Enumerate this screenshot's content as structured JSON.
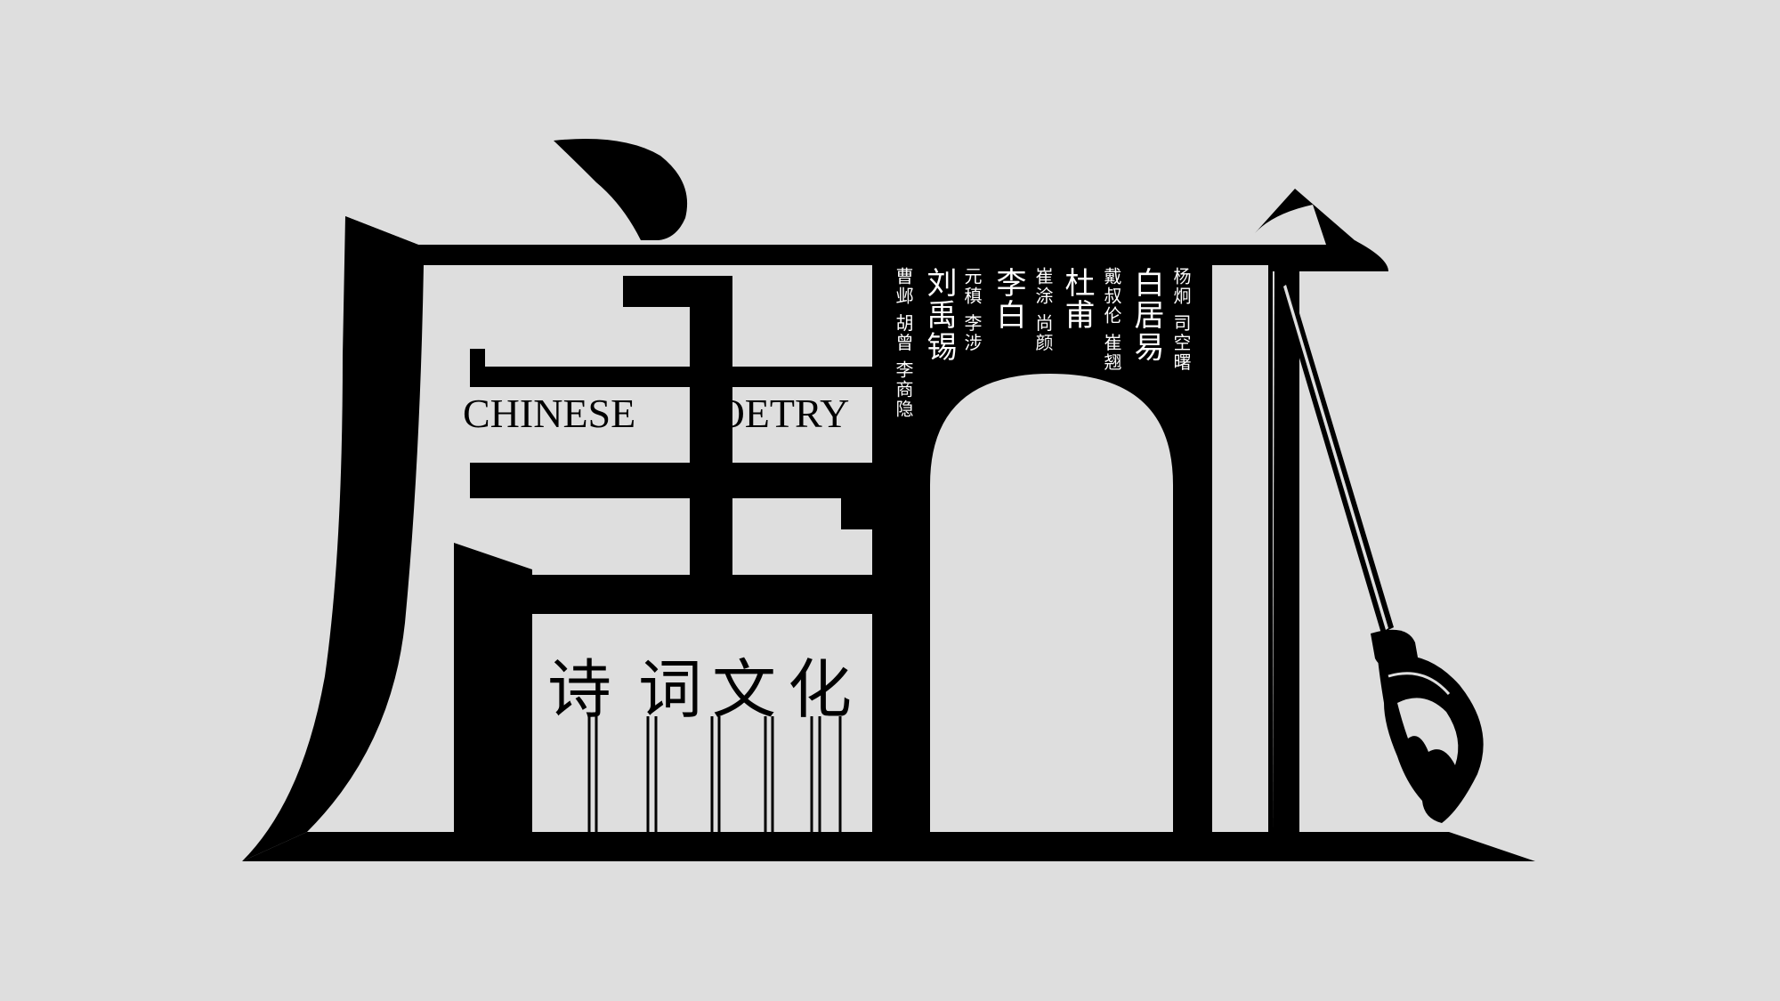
{
  "colors": {
    "background": "#dedede",
    "ink": "#000000",
    "paper": "#dedede",
    "white_text": "#ffffff"
  },
  "english_title": {
    "word_1": "CHINESE",
    "word_2": "POETRY"
  },
  "chinese_subtitle": {
    "chars": [
      "诗",
      "词",
      "文",
      "化"
    ]
  },
  "poets": {
    "col_1": "曹邺 胡曾 李商隐",
    "col_2": "刘禹锡",
    "col_3": "元稹 李涉",
    "col_4": "李白",
    "col_5": "崔涂 尚颜",
    "col_6": "杜甫",
    "col_7": "戴叔伦 崔翘",
    "col_8": "白居易",
    "col_9": "杨炯 司空曙"
  },
  "icons": {
    "brush": "calligraphy-brush-icon"
  }
}
